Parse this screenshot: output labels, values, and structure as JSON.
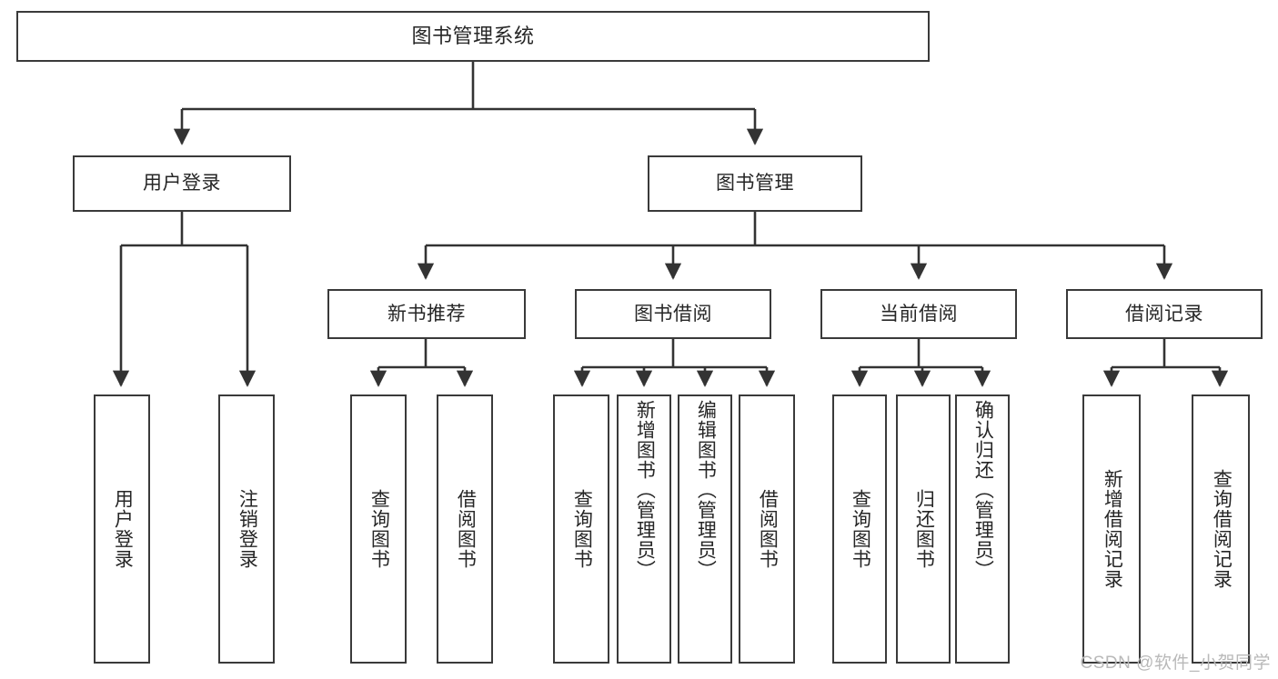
{
  "diagram": {
    "title": "图书管理系统",
    "type": "功能结构图",
    "colors": {
      "box_border": "#3a3a3a",
      "box_fill": "#ffffff",
      "connector": "#333333",
      "text": "#262626",
      "watermark": "#b9b9b9",
      "background": "#ffffff"
    },
    "watermark": "CSDN @软件_小贺同学"
  },
  "nodes": {
    "root": {
      "id": "root",
      "label": "图书管理系统",
      "level": 0,
      "orientation": "horizontal"
    },
    "level1": [
      {
        "id": "user-login",
        "label": "用户登录",
        "level": 1,
        "orientation": "horizontal",
        "parent": "root"
      },
      {
        "id": "book-manage",
        "label": "图书管理",
        "level": 1,
        "orientation": "horizontal",
        "parent": "root"
      }
    ],
    "level2": [
      {
        "id": "new-book-recommend",
        "label": "新书推荐",
        "level": 2,
        "orientation": "horizontal",
        "parent": "book-manage"
      },
      {
        "id": "book-borrow",
        "label": "图书借阅",
        "level": 2,
        "orientation": "horizontal",
        "parent": "book-manage"
      },
      {
        "id": "current-borrow",
        "label": "当前借阅",
        "level": 2,
        "orientation": "horizontal",
        "parent": "book-manage"
      },
      {
        "id": "borrow-record",
        "label": "借阅记录",
        "level": 2,
        "orientation": "horizontal",
        "parent": "book-manage"
      }
    ],
    "leaves": [
      {
        "id": "leaf-user-login",
        "label": "用户登录",
        "parent": "user-login",
        "orientation": "vertical"
      },
      {
        "id": "leaf-user-logout",
        "label": "注销登录",
        "parent": "user-login",
        "orientation": "vertical"
      },
      {
        "id": "leaf-query-book-1",
        "label": "查询图书",
        "parent": "new-book-recommend",
        "orientation": "vertical"
      },
      {
        "id": "leaf-borrow-book-1",
        "label": "借阅图书",
        "parent": "new-book-recommend",
        "orientation": "vertical"
      },
      {
        "id": "leaf-query-book-2",
        "label": "查询图书",
        "parent": "book-borrow",
        "orientation": "vertical"
      },
      {
        "id": "leaf-add-book",
        "label": "新增图书（管理员）",
        "parent": "book-borrow",
        "orientation": "vertical"
      },
      {
        "id": "leaf-edit-book",
        "label": "编辑图书（管理员）",
        "parent": "book-borrow",
        "orientation": "vertical"
      },
      {
        "id": "leaf-borrow-book-2",
        "label": "借阅图书",
        "parent": "book-borrow",
        "orientation": "vertical"
      },
      {
        "id": "leaf-query-book-3",
        "label": "查询图书",
        "parent": "current-borrow",
        "orientation": "vertical"
      },
      {
        "id": "leaf-return-book",
        "label": "归还图书",
        "parent": "current-borrow",
        "orientation": "vertical"
      },
      {
        "id": "leaf-confirm-return",
        "label": "确认归还（管理员）",
        "parent": "current-borrow",
        "orientation": "vertical"
      },
      {
        "id": "leaf-add-record",
        "label": "新增借阅记录",
        "parent": "borrow-record",
        "orientation": "vertical"
      },
      {
        "id": "leaf-query-record",
        "label": "查询借阅记录",
        "parent": "borrow-record",
        "orientation": "vertical"
      }
    ]
  }
}
